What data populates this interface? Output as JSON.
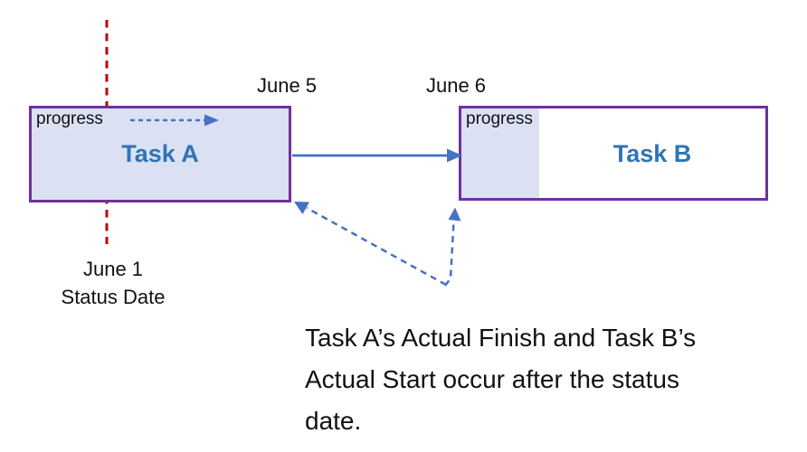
{
  "colors": {
    "status_line": "#c00000",
    "task_border": "#7030a0",
    "task_fill": "#dbe1f3",
    "task_name": "#2e75b6",
    "arrow": "#4472c4",
    "text": "#111111"
  },
  "status_date": {
    "date": "June 1",
    "label": "Status Date"
  },
  "task_a": {
    "name": "Task A",
    "progress_label": "progress",
    "finish_date": "June 5"
  },
  "task_b": {
    "name": "Task B",
    "progress_label": "progress",
    "start_date": "June 6"
  },
  "caption": {
    "lines": [
      "Task A’s Actual Finish and Task B’s",
      "Actual Start occur after the status",
      "date."
    ]
  }
}
